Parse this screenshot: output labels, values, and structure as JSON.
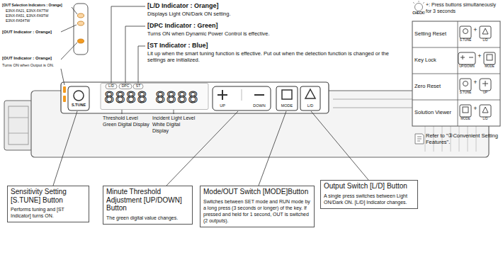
{
  "diagram": {
    "nodes": [
      {
        "text": [
          "Sensitivity Setting [S.TUNE] Button",
          "Performs tuning and [ST Indicator] turns ON."
        ]
      },
      {
        "text": [
          "Minute Threshold Adjustment [UP/DOWN] Button",
          "The green digital value changes."
        ]
      },
      {
        "text": [
          "Mode/OUT Switch [MODE]Button",
          "Switches between SET mode and RUN mode by a long press (3 seconds or longer) of the key. If pressed and held for 1 second, OUT is switched (2 outputs)."
        ]
      },
      {
        "text": [
          "Output Switch [L/D] Button",
          "A single press switches between Light ON/Dark ON. [L/D] Indicator changes."
        ]
      }
    ],
    "labels": [
      "[OUT Selection Indicators : Orange]",
      "E3NX-FA21, E3NX-FA7TW",
      "E3NX-FA51, E3NX-FA9TW",
      "E3NX-FA54TW",
      "[OUT Indicator : Orange]",
      "[OUT Indicator : Orange]",
      "Turns ON when Output is ON.",
      "[L/D Indicator : Orange]",
      "Displays Light ON/Dark ON setting.",
      "[DPC Indicator : Green]",
      "Turns ON when Dynamic Power Control is effective.",
      "[ST Indicator : Blue]",
      "Lit up when the smart tuning function is effective. Put out when the detection function is changed or the settings are initialized.",
      "CHECK!",
      "+: Press buttons simultaneously for 3 seconds",
      "Setting Reset",
      "S.TUNE",
      "+",
      "L/D",
      "Key Lock",
      "UP/DOWN",
      "+",
      "MODE",
      "Zero Reset",
      "S.TUNE",
      "+",
      "UP",
      "Solution Viewer",
      "MODE",
      "+",
      "L/D",
      "Refer to \"③Convenient Setting Features\".",
      "L/D",
      "DPC",
      "ST",
      "8888",
      "8888",
      "S.TUNE",
      "UP",
      "DOWN",
      "MODE",
      "L/D",
      "Threshold Level Green Digital Display",
      "Incident Light Level White Digital Display"
    ]
  }
}
